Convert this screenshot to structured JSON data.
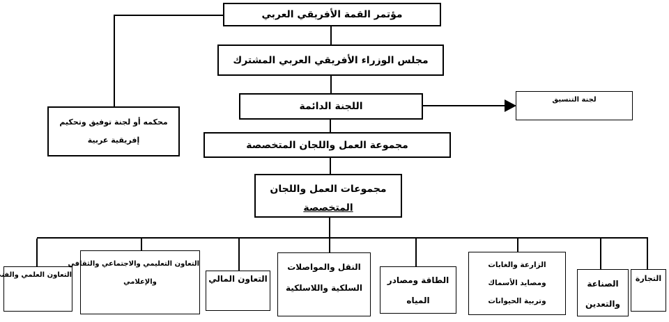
{
  "diagram": {
    "background_color": "#ffffff",
    "line_color": "#000000",
    "text_color": "#000000",
    "nodes": {
      "summit": {
        "label": "مؤتمر القمة الأفريقي العربي"
      },
      "council": {
        "label": "مجلس الوزراء الأفريقي العربي المشترك"
      },
      "permanent_committee": {
        "label": "اللجنة الدائمة"
      },
      "coordination_committee": {
        "label": "لجنة التنسيق"
      },
      "arbitration_court": {
        "lines": [
          "محكمه أو لجنة توفيق وتحكيم",
          "إفريقية عربية"
        ]
      },
      "work_group": {
        "label": "مجموعة العمل واللجان المتخصصة"
      },
      "work_groups": {
        "lines": [
          "مجموعات العمل واللجان",
          "المتخصصة"
        ]
      }
    },
    "committees": [
      {
        "lines": [
          "التعاون العلمي والفني"
        ]
      },
      {
        "lines": [
          "التعاون التعليمي والاجتماعي والثقافي",
          "والإعلامي"
        ]
      },
      {
        "lines": [
          "التعاون المالي"
        ]
      },
      {
        "lines": [
          "النقل والمواصلات",
          "السلكية واللاسلكية"
        ]
      },
      {
        "lines": [
          "الطاقة ومصادر",
          "المياه"
        ]
      },
      {
        "lines": [
          "الزارعة والغابات",
          "ومصايد الأسماك",
          "وتربية الحيوانات"
        ]
      },
      {
        "lines": [
          "الصناعة",
          "والتعدين"
        ]
      },
      {
        "lines": [
          "التجارة"
        ]
      }
    ]
  }
}
